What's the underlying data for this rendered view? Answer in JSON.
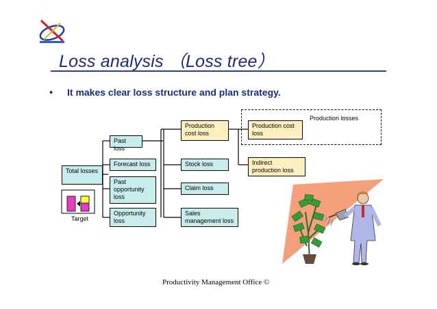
{
  "title": "Loss analysis （Loss tree）",
  "bullet": {
    "dot": "•",
    "text": "It makes clear loss structure and plan strategy."
  },
  "boxes": {
    "total_losses": "Total losses",
    "target": "Target",
    "past_loss": "Past loss",
    "forecast_loss": "Forecast loss",
    "past_opportunity_loss": "Past opportunity loss",
    "opportunity_loss": "Opportunity loss",
    "production_cost_loss": "Production cost loss",
    "stock_loss": "Stock loss",
    "claim_loss": "Claim loss",
    "sales_management_loss": "Sales management loss",
    "production_cost_loss_right": "Production cost loss",
    "indirect_production_loss": "Indirect production loss",
    "production_losses": "Production losses"
  },
  "colors": {
    "title": "#1c2a7a",
    "teal_box": "#c8ecec",
    "yellow_box": "#fff0c0",
    "triangle": "#f4a07a",
    "money": "#3a9a3a",
    "suit": "#b0b6e8"
  },
  "footer": "Productivity Management Office ©"
}
